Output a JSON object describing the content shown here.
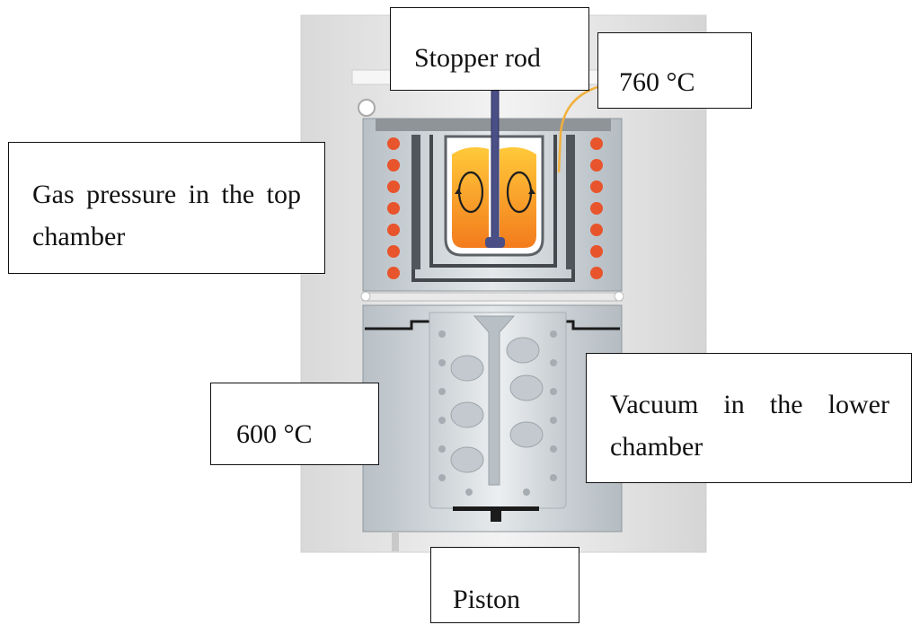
{
  "labels": {
    "stopper_rod": "Stopper rod",
    "temp_top": "760 °C",
    "gas_pressure": "Gas pressure in the top chamber",
    "temp_bottom": "600 °C",
    "vacuum": "Vacuum in the lower chamber",
    "piston": "Piston"
  },
  "colors": {
    "housing": "#ebebeb",
    "chamber_steel": "#c8ced3",
    "heater_coil": "#e8542b",
    "molten_metal": "#f9a51c",
    "stopper_rod": "#4a4f86",
    "thermocouple": "#f2b03c",
    "mould_shell": "#d8dcdf",
    "box_border": "#111111"
  }
}
